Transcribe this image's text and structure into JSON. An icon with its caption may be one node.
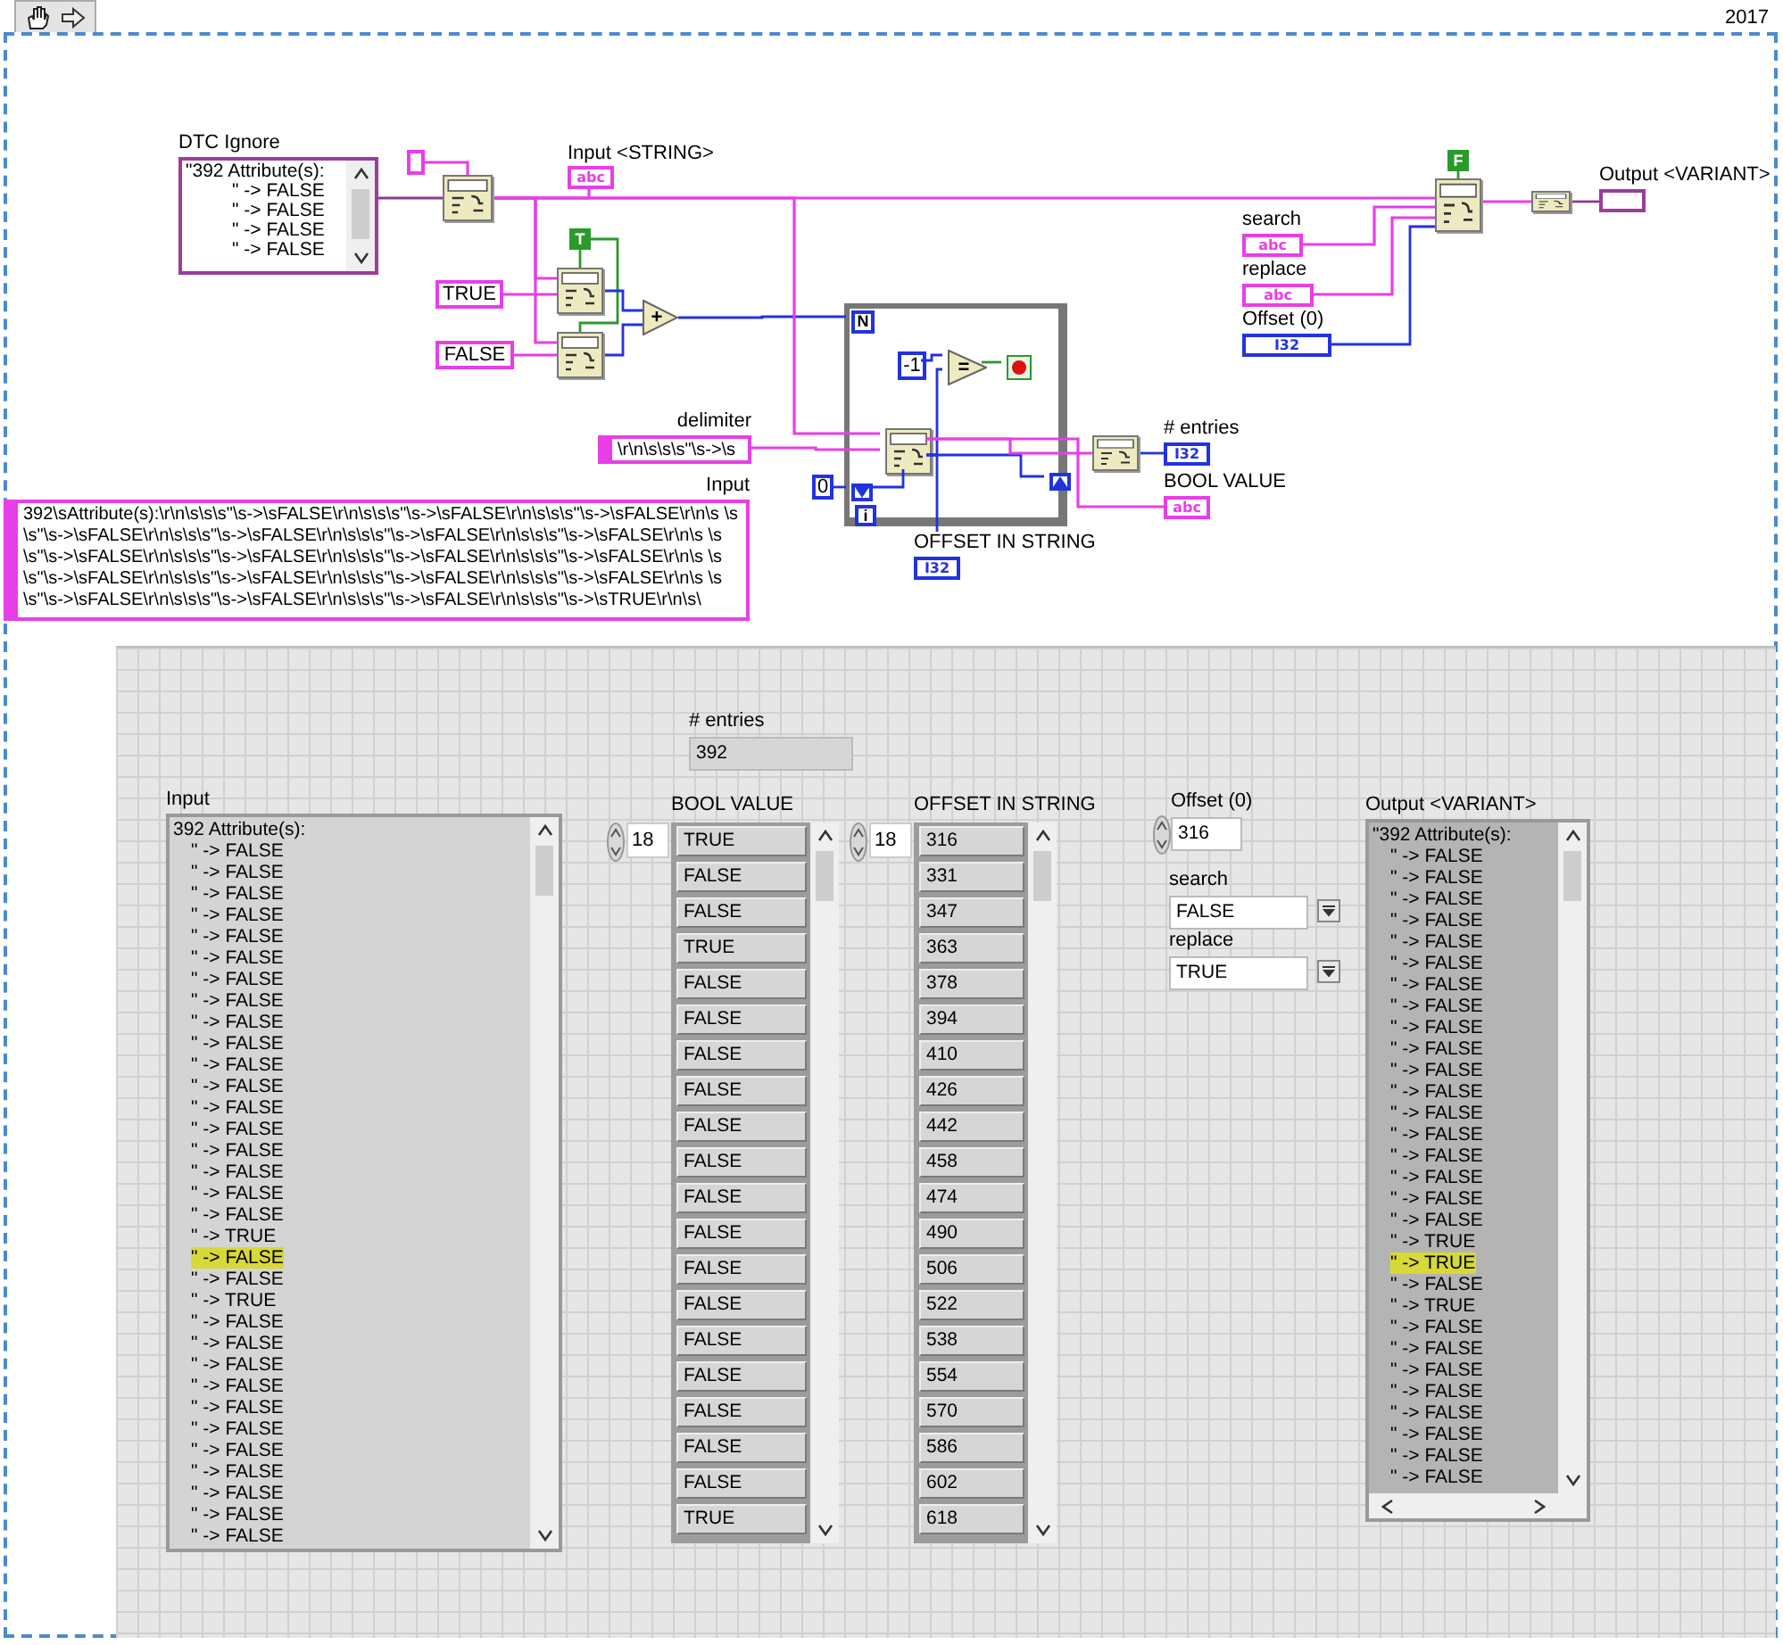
{
  "diagram": {
    "nodes": [
      {
        "text": [
          "DTC Ignore",
          "\"392 Attribute(s):",
          "\" -> FALSE",
          "\" -> FALSE",
          "\" -> FALSE",
          "\" -> FALSE"
        ]
      },
      {
        "text": [],
        "shape": "box"
      },
      {
        "text": [],
        "shape": "picture"
      },
      {
        "text": [
          "Input <STRING>",
          "abc"
        ]
      },
      {
        "text": [
          "T"
        ]
      },
      {
        "text": [
          "TRUE"
        ]
      },
      {
        "text": [
          "FALSE"
        ]
      },
      {
        "text": [],
        "shape": "picture"
      },
      {
        "text": [],
        "shape": "picture"
      },
      {
        "text": [
          "+"
        ]
      },
      {
        "text": [],
        "shape": "box"
      },
      {
        "text": [
          "N"
        ],
        "in": 10
      },
      {
        "text": [
          "-1"
        ],
        "in": 10
      },
      {
        "text": [
          "="
        ],
        "in": 10
      },
      {
        "text": [],
        "shape": "circle",
        "in": 10
      },
      {
        "text": [],
        "shape": "picture",
        "in": 10
      },
      {
        "text": [],
        "shape": "box",
        "in": 10
      },
      {
        "text": [],
        "shape": "box",
        "in": 10
      },
      {
        "text": [
          "i"
        ],
        "in": 10
      },
      {
        "text": [
          "0"
        ]
      },
      {
        "text": [
          "delimiter",
          "\\r\\n\\s\\s\\s\"\\s->\\s"
        ]
      },
      {
        "text": [
          "Input",
          "392\\sAttribute(s):\\r\\n\\s\\s\\s\"\\s->\\sFALSE\\r\\n\\s\\s\\s\"\\s->\\sFALSE\\r\\n\\s\\s\\s\"\\s->\\sFALSE\\r\\n\\s \\s\\s\"\\s->\\sFALSE\\r\\n\\s\\s\\s\"\\s->\\sFALSE\\r\\n\\s\\s\\s\"\\s->\\sFALSE\\r\\n\\s\\s\\s\"\\s->\\sFALSE\\r\\n\\s \\s\\s\"\\s->\\sFALSE\\r\\n\\s\\s\\s\"\\s->\\sFALSE\\r\\n\\s\\s\\s\"\\s->\\sFALSE\\r\\n\\s\\s\\s\"\\s->\\sFALSE\\r\\n\\s \\s\\s\"\\s->\\sFALSE\\r\\n\\s\\s\\s\"\\s->\\sFALSE\\r\\n\\s\\s\\s\"\\s->\\sFALSE\\r\\n\\s\\s\\s\"\\s->\\sFALSE\\r\\n\\s \\s\\s\"\\s->\\sFALSE\\r\\n\\s\\s\\s\"\\s->\\sFALSE\\r\\n\\s\\s\\s\"\\s->\\sFALSE\\r\\n\\s\\s\\s\"\\s->\\sTRUE\\r\\n\\s\\"
        ]
      },
      {
        "text": [],
        "shape": "picture"
      },
      {
        "text": [
          "# entries",
          "I32"
        ]
      },
      {
        "text": [
          "BOOL VALUE",
          "abc"
        ]
      },
      {
        "text": [
          "OFFSET IN STRING",
          "I32"
        ]
      },
      {
        "text": [
          "F"
        ]
      },
      {
        "text": [
          "search",
          "abc"
        ]
      },
      {
        "text": [
          "replace",
          "abc"
        ]
      },
      {
        "text": [
          "Offset (0)",
          "I32"
        ]
      },
      {
        "text": [],
        "shape": "picture"
      },
      {
        "text": [],
        "shape": "picture"
      },
      {
        "text": [
          "Output <VARIANT>"
        ]
      },
      {
        "text": [],
        "shape": "box"
      },
      {
        "text": [
          "# entries",
          "392"
        ],
        "in": 33
      },
      {
        "text": [
          "Input",
          "392 Attribute(s):",
          "\" -> FALSE",
          "\" -> FALSE",
          "\" -> FALSE",
          "\" -> FALSE",
          "\" -> FALSE",
          "\" -> FALSE",
          "\" -> FALSE",
          "\" -> FALSE",
          "\" -> FALSE",
          "\" -> FALSE",
          "\" -> FALSE",
          "\" -> FALSE",
          "\" -> FALSE",
          "\" -> FALSE",
          "\" -> FALSE",
          "\" -> FALSE",
          "\" -> FALSE",
          "\" -> FALSE",
          "\" -> TRUE",
          "\" -> FALSE",
          "\" -> FALSE",
          "\" -> TRUE",
          "\" -> FALSE",
          "\" -> FALSE",
          "\" -> FALSE",
          "\" -> FALSE",
          "\" -> FALSE",
          "\" -> FALSE",
          "\" -> FALSE",
          "\" -> FALSE",
          "\" -> FALSE",
          "\" -> FALSE",
          "\" -> FALSE"
        ],
        "in": 33
      },
      {
        "text": [
          "BOOL VALUE",
          "18",
          "TRUE",
          "FALSE",
          "FALSE",
          "TRUE",
          "FALSE",
          "FALSE",
          "FALSE",
          "FALSE",
          "FALSE",
          "FALSE",
          "FALSE",
          "FALSE",
          "FALSE",
          "FALSE",
          "FALSE",
          "FALSE",
          "FALSE",
          "FALSE",
          "FALSE",
          "TRUE"
        ],
        "in": 33
      },
      {
        "text": [
          "OFFSET IN STRING",
          "18",
          "316",
          "331",
          "347",
          "363",
          "378",
          "394",
          "410",
          "426",
          "442",
          "458",
          "474",
          "490",
          "506",
          "522",
          "538",
          "554",
          "570",
          "586",
          "602",
          "618"
        ],
        "in": 33
      },
      {
        "text": [
          "Offset (0)",
          "316"
        ],
        "in": 33
      },
      {
        "text": [
          "search",
          "FALSE"
        ],
        "in": 33
      },
      {
        "text": [
          "replace",
          "TRUE"
        ],
        "in": 33
      },
      {
        "text": [
          "Output <VARIANT>",
          "\"392 Attribute(s):",
          "\" -> FALSE",
          "\" -> FALSE",
          "\" -> FALSE",
          "\" -> FALSE",
          "\" -> FALSE",
          "\" -> FALSE",
          "\" -> FALSE",
          "\" -> FALSE",
          "\" -> FALSE",
          "\" -> FALSE",
          "\" -> FALSE",
          "\" -> FALSE",
          "\" -> FALSE",
          "\" -> FALSE",
          "\" -> FALSE",
          "\" -> FALSE",
          "\" -> FALSE",
          "\" -> FALSE",
          "\" -> TRUE",
          "\" -> TRUE",
          "\" -> FALSE",
          "\" -> TRUE",
          "\" -> FALSE",
          "\" -> FALSE",
          "\" -> FALSE",
          "\" -> FALSE",
          "\" -> FALSE",
          "\" -> FALSE",
          "\" -> FALSE",
          "\" -> FALSE"
        ],
        "in": 33
      }
    ],
    "edges": [
      {
        "from": 0,
        "to": 2,
        "arrow": "none",
        "color": "#8a3d8a"
      },
      {
        "from": 1,
        "to": 2,
        "arrow": "none"
      },
      {
        "from": 2,
        "to": 3,
        "arrow": "none"
      },
      {
        "from": 2,
        "to": 7,
        "arrow": "none"
      },
      {
        "from": 2,
        "to": 8,
        "arrow": "none"
      },
      {
        "from": 4,
        "to": 7,
        "arrow": "none",
        "color": "#2a9a2a"
      },
      {
        "from": 4,
        "to": 8,
        "arrow": "none",
        "color": "#2a9a2a"
      },
      {
        "from": 5,
        "to": 7,
        "arrow": "none"
      },
      {
        "from": 6,
        "to": 8,
        "arrow": "none"
      },
      {
        "from": 7,
        "to": 9,
        "arrow": "none",
        "color": "#2233dd"
      },
      {
        "from": 8,
        "to": 9,
        "arrow": "none",
        "color": "#2233dd"
      },
      {
        "from": 9,
        "to": 11,
        "arrow": "none",
        "color": "#2233dd"
      },
      {
        "from": 2,
        "to": 15,
        "arrow": "none"
      },
      {
        "from": 20,
        "to": 15,
        "arrow": "none"
      },
      {
        "from": 19,
        "to": 16,
        "arrow": "none",
        "color": "#2233dd"
      },
      {
        "from": 16,
        "to": 15,
        "arrow": "none",
        "color": "#2233dd"
      },
      {
        "from": 15,
        "to": 13,
        "arrow": "none",
        "color": "#2233dd"
      },
      {
        "from": 12,
        "to": 13,
        "arrow": "none",
        "color": "#2233dd"
      },
      {
        "from": 13,
        "to": 14,
        "arrow": "none",
        "color": "#2a9a2a"
      },
      {
        "from": 15,
        "to": 17,
        "arrow": "none",
        "color": "#2233dd"
      },
      {
        "from": 15,
        "to": 25,
        "arrow": "none",
        "color": "#2233dd"
      },
      {
        "from": 15,
        "to": 22,
        "arrow": "none"
      },
      {
        "from": 15,
        "to": 24,
        "arrow": "none"
      },
      {
        "from": 22,
        "to": 23,
        "arrow": "none",
        "color": "#2233dd"
      },
      {
        "from": 2,
        "to": 30,
        "arrow": "none"
      },
      {
        "from": 26,
        "to": 30,
        "arrow": "none",
        "color": "#2a9a2a"
      },
      {
        "from": 27,
        "to": 30,
        "arrow": "none"
      },
      {
        "from": 28,
        "to": 30,
        "arrow": "none"
      },
      {
        "from": 29,
        "to": 30,
        "arrow": "none",
        "color": "#2233dd"
      },
      {
        "from": 30,
        "to": 31,
        "arrow": "none"
      },
      {
        "from": 31,
        "to": 32,
        "arrow": "none",
        "color": "#8a3d8a"
      }
    ],
    "labels": [
      "2017"
    ]
  }
}
